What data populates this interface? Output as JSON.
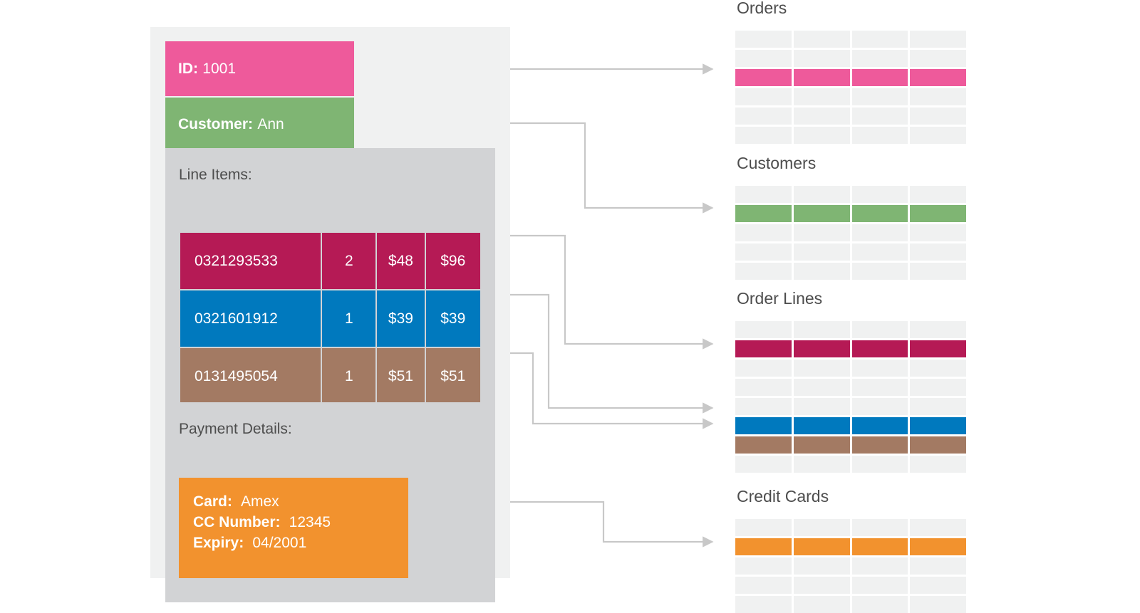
{
  "document": {
    "fields": [
      {
        "name": "id",
        "label": "ID:",
        "value": "1001",
        "color": "#ee5a9b"
      },
      {
        "name": "customer",
        "label": "Customer:",
        "value": "Ann",
        "color": "#7fb573"
      }
    ],
    "line_items_section": {
      "title": "Line Items:",
      "rows": [
        {
          "sku": "0321293533",
          "qty": "2",
          "price": "$48",
          "total": "$96",
          "color": "#b51a55"
        },
        {
          "sku": "0321601912",
          "qty": "1",
          "price": "$39",
          "total": "$39",
          "color": "#0079be"
        },
        {
          "sku": "0131495054",
          "qty": "1",
          "price": "$51",
          "total": "$51",
          "color": "#a37a63"
        }
      ]
    },
    "payment_section": {
      "title": "Payment Details:",
      "color": "#f2922e",
      "lines": [
        {
          "label": "Card:",
          "value": "Amex"
        },
        {
          "label": "CC Number:",
          "value": "12345"
        },
        {
          "label": "Expiry:",
          "value": "04/2001"
        }
      ]
    }
  },
  "tables": [
    {
      "name": "orders",
      "title": "Orders",
      "columns": 4,
      "row_count": 6,
      "highlights": [
        {
          "row": 3,
          "color": "#ee5a9b",
          "style": "hl-pink"
        }
      ]
    },
    {
      "name": "customers",
      "title": "Customers",
      "columns": 4,
      "row_count": 5,
      "highlights": [
        {
          "row": 2,
          "color": "#7fb573",
          "style": "hl-green"
        }
      ]
    },
    {
      "name": "order-lines",
      "title": "Order Lines",
      "columns": 4,
      "row_count": 8,
      "highlights": [
        {
          "row": 2,
          "color": "#b51a55",
          "style": "hl-crimson"
        },
        {
          "row": 6,
          "color": "#0079be",
          "style": "hl-blue"
        },
        {
          "row": 7,
          "color": "#a37a63",
          "style": "hl-brown"
        }
      ]
    },
    {
      "name": "credit-cards",
      "title": "Credit Cards",
      "columns": 4,
      "row_count": 5,
      "highlights": [
        {
          "row": 2,
          "color": "#f2922e",
          "style": "hl-orange"
        }
      ]
    }
  ],
  "connectors": {
    "color": "#c8c8c8",
    "links": [
      {
        "from": "id",
        "to": "orders"
      },
      {
        "from": "customer",
        "to": "customers"
      },
      {
        "from": "line-item-1",
        "to": "order-lines"
      },
      {
        "from": "line-item-2",
        "to": "order-lines"
      },
      {
        "from": "line-item-3",
        "to": "order-lines"
      },
      {
        "from": "payment",
        "to": "credit-cards"
      }
    ]
  },
  "palette": {
    "pink": "#ee5a9b",
    "green": "#7fb573",
    "crimson": "#b51a55",
    "blue": "#0079be",
    "brown": "#a37a63",
    "orange": "#f2922e",
    "panel_gray": "#d2d3d5",
    "card_gray": "#f0f1f1",
    "connector_gray": "#c8c8c8",
    "text_gray": "#4d4d4d"
  }
}
